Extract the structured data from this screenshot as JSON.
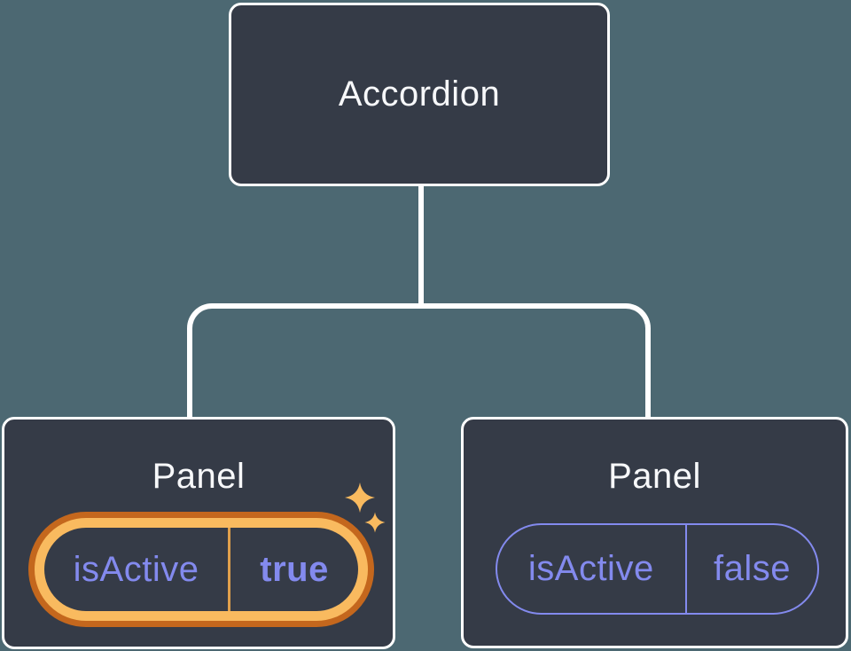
{
  "tree": {
    "root": {
      "label": "Accordion"
    },
    "children": [
      {
        "label": "Panel",
        "state": {
          "key": "isActive",
          "value": "true"
        },
        "highlighted": true,
        "icon": "sparkles-icon"
      },
      {
        "label": "Panel",
        "state": {
          "key": "isActive",
          "value": "false"
        },
        "highlighted": false
      }
    ]
  },
  "colors": {
    "background": "#4C6872",
    "node_fill": "#353B47",
    "node_border": "#FFFFFF",
    "connector": "#FFFFFF",
    "title_text": "#F7F8FA",
    "state_purple": "#838AEE",
    "highlight_orange": "#C4671D",
    "highlight_gold": "#F9BA5F",
    "highlight_divider": "#E0A04C",
    "sparkle": "#F9BA5F"
  }
}
